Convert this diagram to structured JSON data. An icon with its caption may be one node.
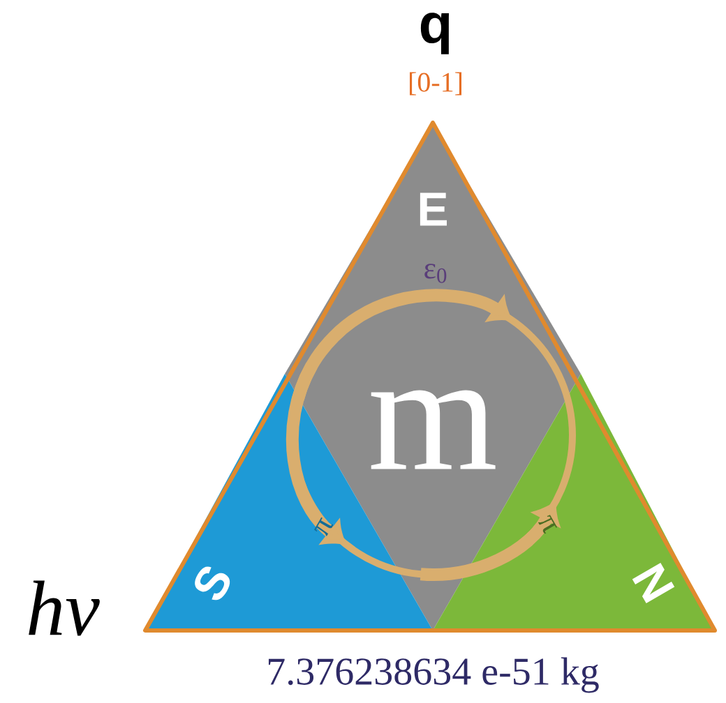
{
  "diagram": {
    "nodes": [
      {
        "text": [],
        "shape": "triangle",
        "beside": [
          "q",
          "[0-1]",
          "hν",
          "7.376238634 e-51 kg"
        ]
      },
      {
        "text": [
          "E"
        ],
        "in": 0
      },
      {
        "text": [
          "S"
        ],
        "in": 0
      },
      {
        "text": [
          "N"
        ],
        "in": 0
      },
      {
        "text": [
          "m"
        ],
        "in": 1
      }
    ],
    "labels": [
      "ε$_{0}$",
      "π",
      "π"
    ]
  }
}
